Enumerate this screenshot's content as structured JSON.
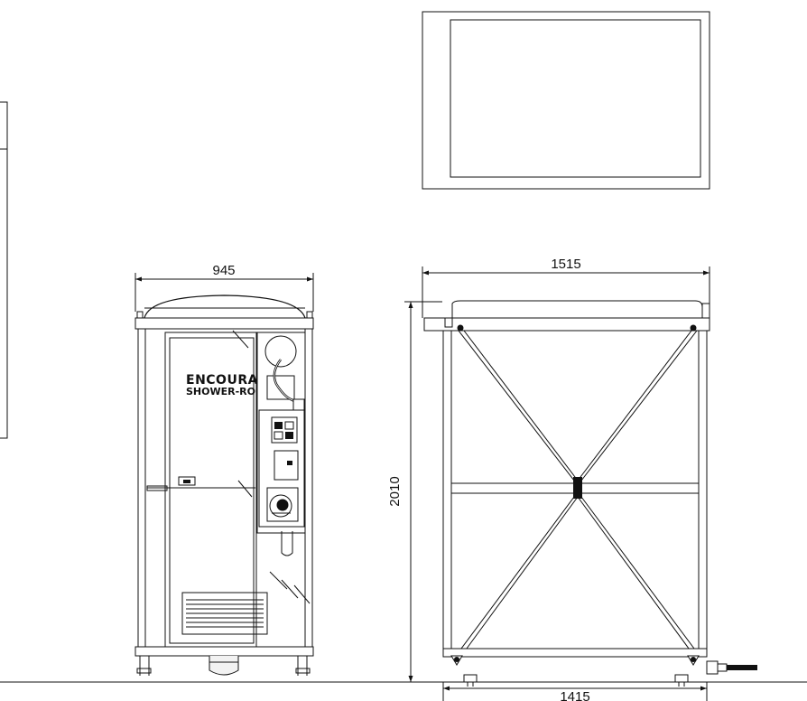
{
  "dimensions": {
    "front_width": "945",
    "side_width_top": "1515",
    "side_width_bottom": "1415",
    "height": "2010"
  },
  "brand": {
    "line1": "ENCOURA",
    "line2": "SHOWER-RO"
  },
  "colors": {
    "line": "#111111",
    "fill_light": "#f2f2f2",
    "background": "#ffffff"
  }
}
